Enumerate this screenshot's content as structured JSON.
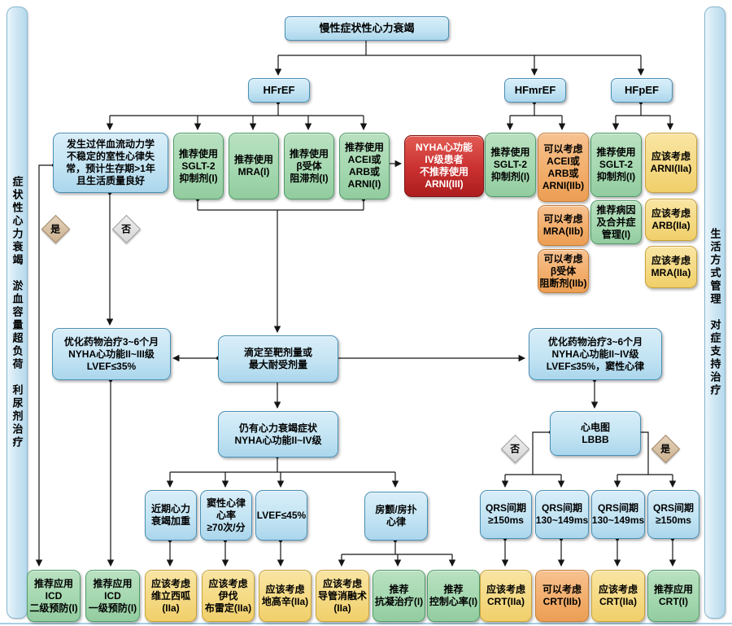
{
  "diagram": {
    "title": "慢性症状性心力衰竭",
    "sidebar_left": "症状性心力衰竭　淤血容量超负荷　利尿剂治疗",
    "sidebar_right": "生活方式管理　对症支持治疗",
    "branch_hfref": "HFrEF",
    "branch_hfmref": "HFmrEF",
    "branch_hfpef": "HFpEF",
    "decision_yes1": "是",
    "decision_no1": "否",
    "decision_no2": "否",
    "decision_yes2": "是",
    "nodes": {
      "vt_risk": "发生过伴血流动力学\n不稳定的室性心律失\n常，预计生存期>1年\n且生活质量良好",
      "hfref_sglt2": "推荐使用\nSGLT-2\n抑制剂(I)",
      "hfref_mra": "推荐使用\nMRA(I)",
      "hfref_bb": "推荐使用\nβ受体\n阻滞剂(I)",
      "hfref_raas": "推荐使用\nACEI或\nARB或\nARNI(I)",
      "nyha4_warning": "NYHA心功能\nIV级患者\n不推荐使用\nARNI(III)",
      "hfmref_sglt2": "推荐使用\nSGLT-2\n抑制剂(I)",
      "hfmref_raas": "可以考虑\nACEI或\nARB或\nARNI(IIb)",
      "hfmref_mra": "可以考虑\nMRA(IIb)",
      "hfmref_bb": "可以考虑\nβ受体\n阻断剂(IIb)",
      "hfpef_sglt2": "推荐使用\nSGLT-2\n抑制剂(I)",
      "hfpef_arni": "应该考虑\nARNI(IIa)",
      "hfpef_etiology": "推荐病因\n及合并症\n管理(I)",
      "hfpef_arb": "应该考虑\nARB(IIa)",
      "hfpef_mra": "应该考虑\nMRA(IIa)",
      "optimize_left": "优化药物治疗3~6个月\nNYHA心功能II~III级\nLVEF≤35%",
      "titrate": "滴定至靶剂量或\n最大耐受剂量",
      "optimize_right": "优化药物治疗3~6个月\nNYHA心功能II~IV级\nLVEF≤35%，窦性心律",
      "persistent": "仍有心力衰竭症状\nNYHA心功能II~IV级",
      "ecg_lbbb": "心电图\nLBBB",
      "cond_recent_worsening": "近期心力\n衰竭加重",
      "cond_sinus_hr": "窦性心律\n心率\n≥70次/分",
      "cond_lvef45": "LVEF≤45%",
      "cond_af": "房颤/房扑\n心律",
      "qrs_150_left": "QRS间期\n≥150ms",
      "qrs_130_149_left": "QRS间期\n130~149ms",
      "qrs_130_149_right": "QRS间期\n130~149ms",
      "qrs_150_right": "QRS间期\n≥150ms",
      "icd_secondary": "推荐应用\nICD\n二级预防(I)",
      "icd_primary": "推荐应用\nICD\n一级预防(I)",
      "vericiguat": "应该考虑\n维立西呱\n(IIa)",
      "ivabradine": "应该考虑\n伊伐\n布雷定(IIa)",
      "digoxin": "应该考虑\n地高辛(IIa)",
      "catheter_ablation": "应该考虑\n导管消融术\n(IIa)",
      "anticoagulation": "推荐\n抗凝治疗(I)",
      "rate_control": "推荐\n控制心率(I)",
      "crt_iia_1": "应该考虑\nCRT(IIa)",
      "crt_iib": "可以考虑\nCRT(IIb)",
      "crt_iia_2": "应该考虑\nCRT(IIa)",
      "crt_i": "推荐应用\nCRT(I)"
    },
    "colors": {
      "blue_border": "#4a8fb5",
      "green_border": "#519c68",
      "orange_border": "#c87f37",
      "yellow_border": "#c8a23c",
      "red_fill": "#bf2626",
      "line": "#141414"
    }
  }
}
